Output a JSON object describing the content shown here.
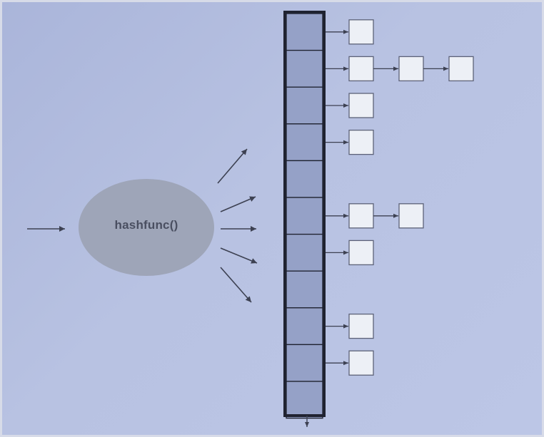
{
  "hash_function": {
    "label": "hashfunc()"
  },
  "table": {
    "bucket_count": 11,
    "chains": [
      1,
      3,
      1,
      1,
      0,
      2,
      1,
      0,
      1,
      1,
      0
    ]
  },
  "input_arrow_count": 1,
  "output_arrow_count": 5,
  "colors": {
    "background": "#b4bedf",
    "ellipse": "#9ea5b8",
    "bucket_fill": "#95a1c7",
    "table_border": "#1f2230",
    "node_fill": "#edf0f6",
    "node_border": "#5d6278",
    "arrow": "#3d4152"
  }
}
